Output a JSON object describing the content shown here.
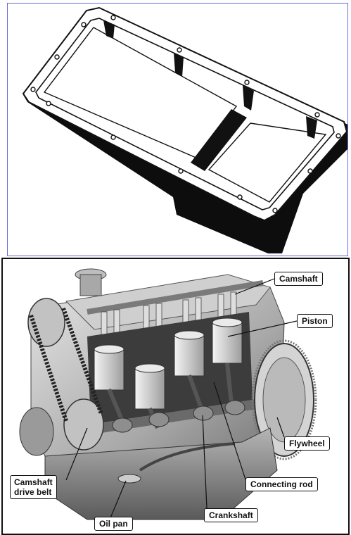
{
  "diagram": {
    "top_figure": "oil-pan",
    "bottom_figure": "engine-cutaway"
  },
  "labels": {
    "camshaft": "Camshaft",
    "piston": "Piston",
    "flywheel": "Flywheel",
    "connecting_rod": "Connecting rod",
    "crankshaft": "Crankshaft",
    "oil_pan": "Oil pan",
    "camshaft_drive_belt_line1": "Camshaft",
    "camshaft_drive_belt_line2": "drive belt"
  },
  "colors": {
    "top_border": "#6a6ad8",
    "ink": "#111111",
    "engine_light": "#d9d9d9",
    "engine_mid": "#9a9a9a",
    "engine_dark": "#555555"
  }
}
